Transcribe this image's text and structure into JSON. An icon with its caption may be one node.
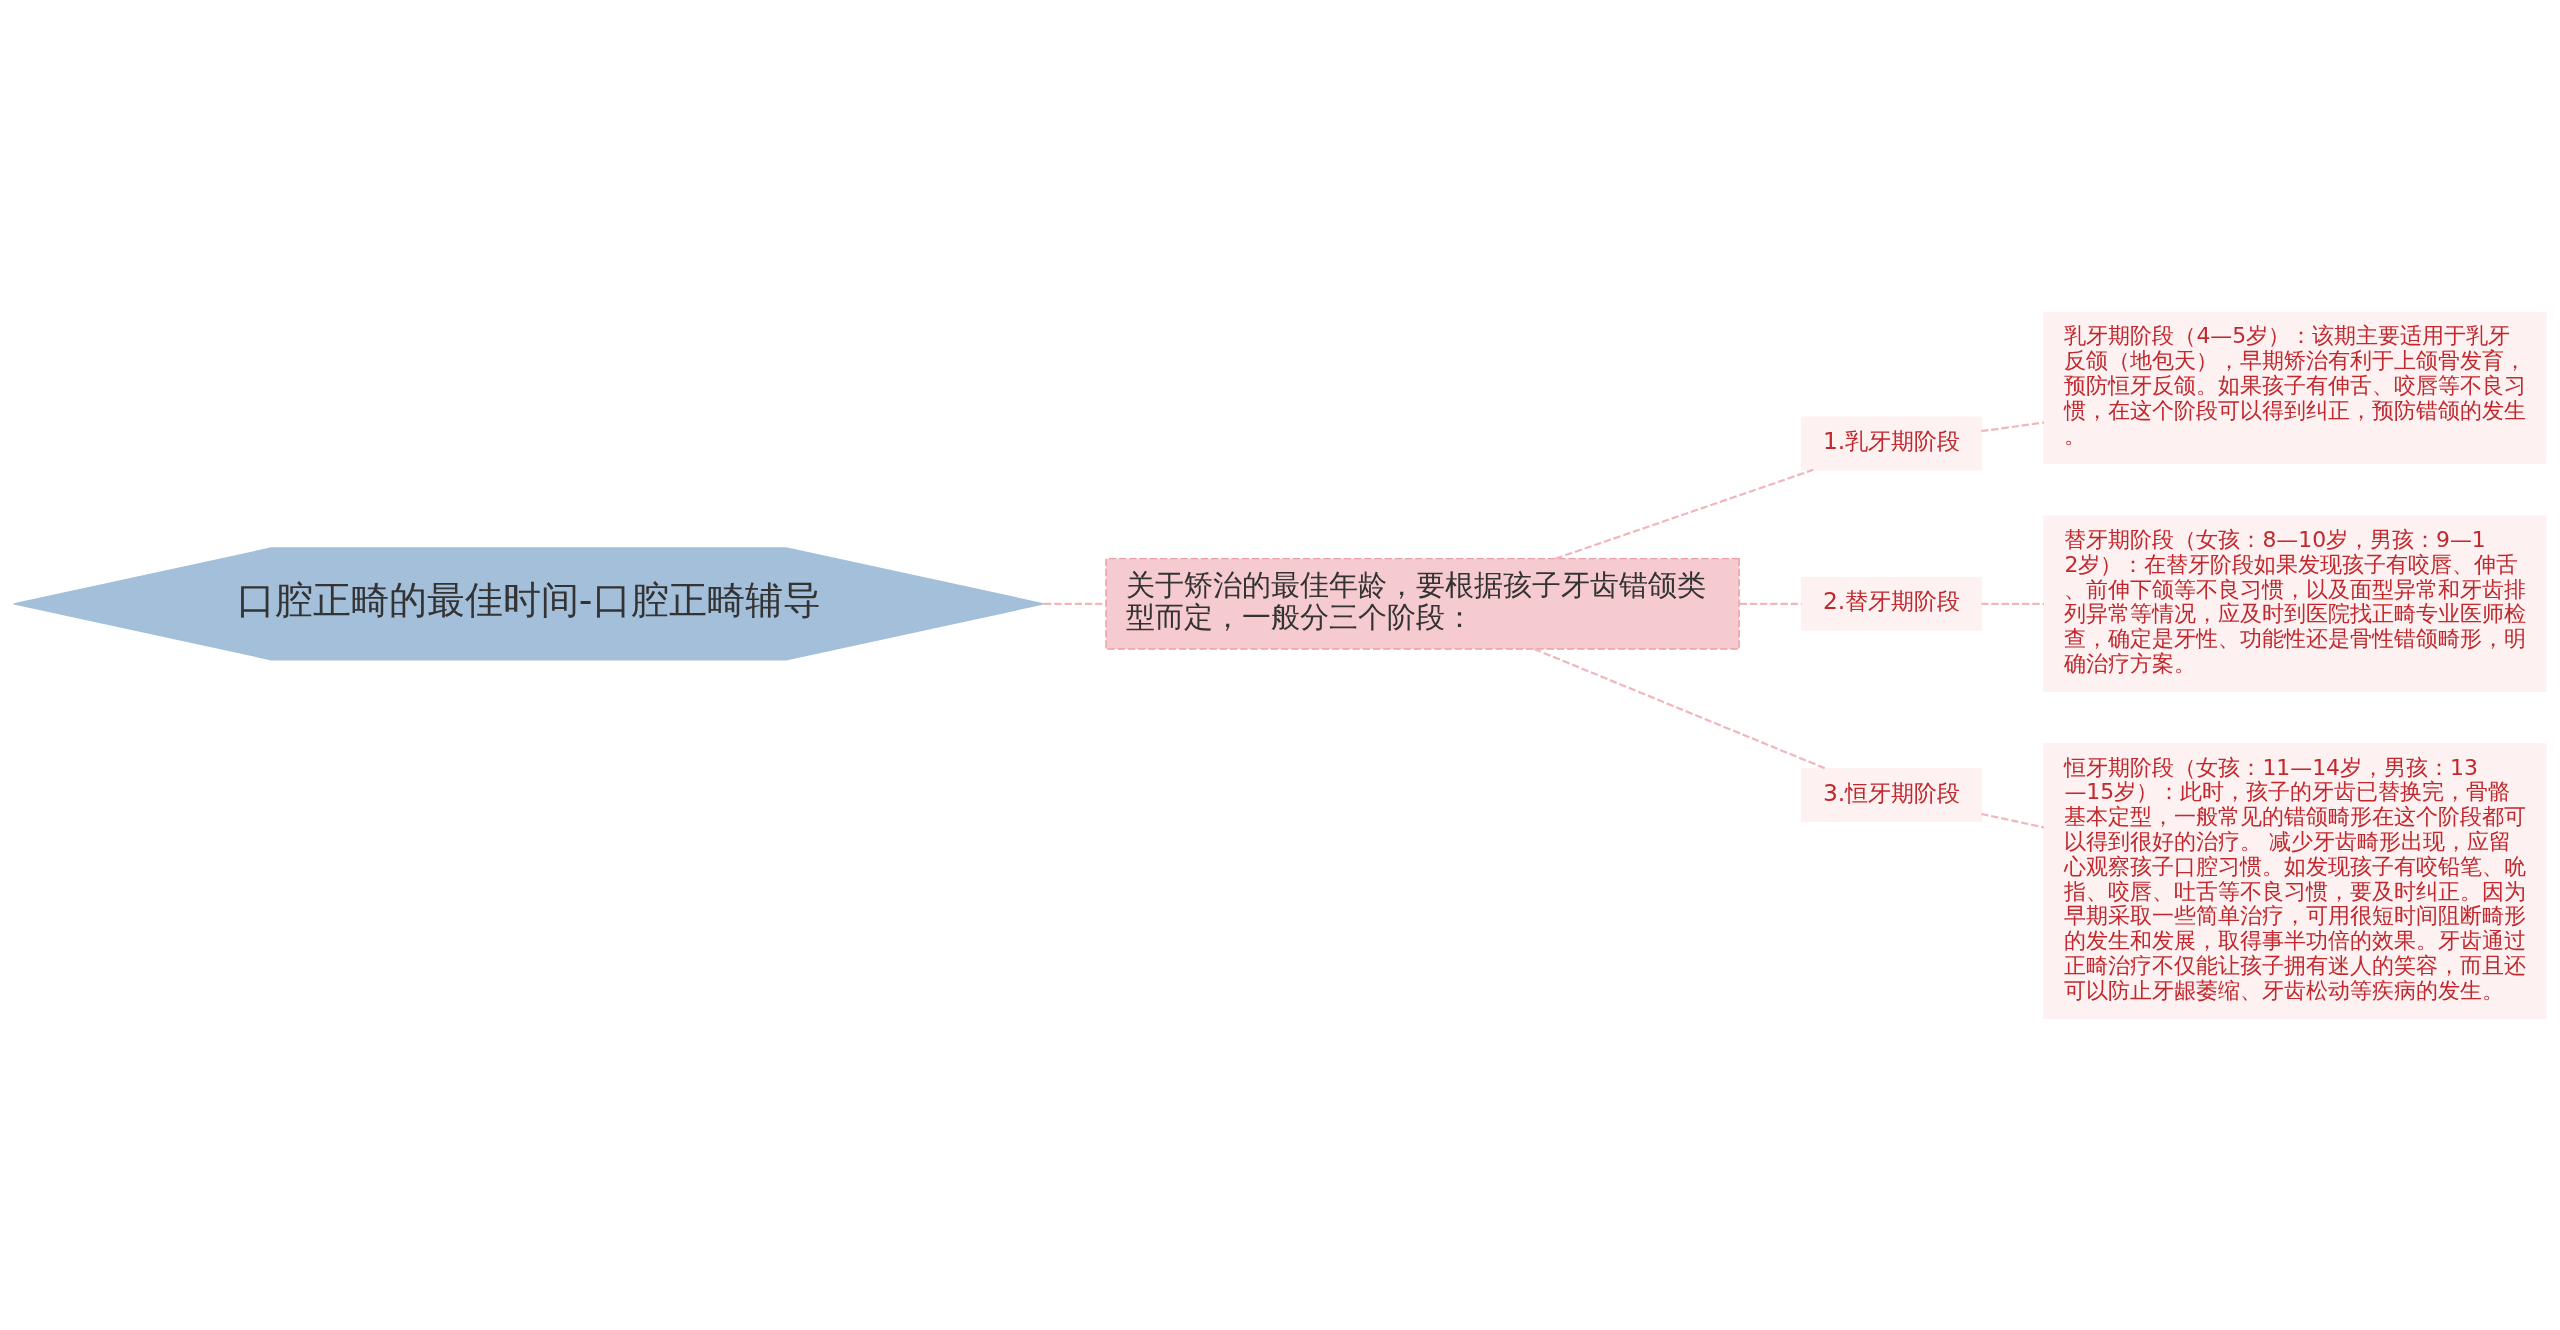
{
  "diagram": {
    "nodes": [
      {
        "text": [
          "口腔正畸的最佳时间-口腔正畸辅导"
        ]
      },
      {
        "text": [
          "关于矫治的最佳年龄，要根据孩子牙齿错颌类型而定，一般分三个阶段："
        ]
      },
      {
        "text": [
          "1.乳牙期阶段"
        ]
      },
      {
        "text": [
          "2.替牙期阶段"
        ]
      },
      {
        "text": [
          "3.恒牙期阶段"
        ]
      },
      {
        "text": [
          "乳牙期阶段（4—5岁）：该期主要适用于乳牙反颌（地包天），早期矫治有利于上颌骨发育，预防恒牙反颌。如果孩子有伸舌、咬唇等不良习惯，在这个阶段可以得到纠正，预防错颌的发生。"
        ]
      },
      {
        "text": [
          "替牙期阶段（女孩：8—10岁，男孩：9—12岁）：在替牙阶段如果发现孩子有咬唇、伸舌、前伸下颌等不良习惯，以及面型异常和牙齿排列异常等情况，应及时到医院找正畸专业医师检查，确定是牙性、功能性还是骨性错颌畸形，明确治疗方案。"
        ]
      },
      {
        "text": [
          "恒牙期阶段（女孩：11—14岁，男孩：13—15岁）：此时，孩子的牙齿已替换完，骨骼基本定型，一般常见的错颌畸形在这个阶段都可以得到很好的治疗。 减少牙齿畸形出现，应留心观察孩子口腔习惯。如发现孩子有咬铅笔、吮指、咬唇、吐舌等不良习惯，要及时纠正。因为早期采取一些简单治疗，可用很短时间阻断畸形的发生和发展，取得事半功倍的效果。牙齿通过正畸治疗不仅能让孩子拥有迷人的笑容，而且还可以防止牙龈萎缩、牙齿松动等疾病的发生。"
        ]
      }
    ],
    "edges": [
      {
        "from": 0,
        "to": 1,
        "arrow": "none",
        "style": "dashed"
      },
      {
        "from": 1,
        "to": 2,
        "arrow": "none",
        "style": "dashed"
      },
      {
        "from": 1,
        "to": 3,
        "arrow": "none",
        "style": "dashed"
      },
      {
        "from": 1,
        "to": 4,
        "arrow": "none",
        "style": "dashed"
      },
      {
        "from": 2,
        "to": 5,
        "arrow": "none",
        "style": "dashed"
      },
      {
        "from": 3,
        "to": 6,
        "arrow": "none",
        "style": "dashed"
      },
      {
        "from": 4,
        "to": 7,
        "arrow": "none",
        "style": "dashed"
      }
    ]
  }
}
